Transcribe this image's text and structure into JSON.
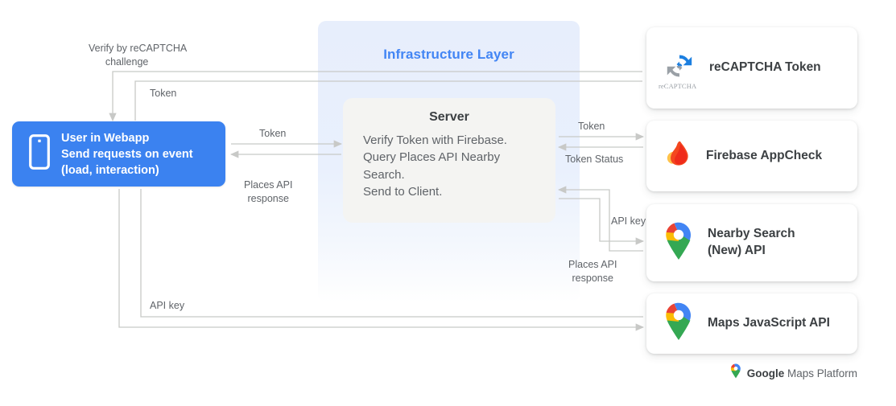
{
  "infrastructure": {
    "title": "Infrastructure Layer"
  },
  "server": {
    "title": "Server",
    "line1": "Verify Token with Firebase.",
    "line2": "Query Places API Nearby",
    "line3": "Search.",
    "line4": "Send to Client."
  },
  "webapp": {
    "icon": "phone-icon",
    "line1": "User in Webapp",
    "line2": "Send requests on event",
    "line3": "(load, interaction)"
  },
  "services": [
    {
      "id": "recaptcha",
      "icon": "recaptcha-icon",
      "label": "reCAPTCHA Token",
      "sublabel": "reCAPTCHA"
    },
    {
      "id": "firebase",
      "icon": "firebase-flame-icon",
      "label": "Firebase AppCheck",
      "sublabel": ""
    },
    {
      "id": "nearby",
      "icon": "google-maps-pin-icon",
      "label": "Nearby Search\n(New) API",
      "sublabel": ""
    },
    {
      "id": "mapsjs",
      "icon": "google-maps-pin-icon",
      "label": "Maps JavaScript API",
      "sublabel": ""
    }
  ],
  "edge_labels": {
    "verify_challenge": "Verify by reCAPTCHA\n      challenge",
    "token_left": "Token",
    "token_to_server": "Token",
    "places_api_response_left": "Places API\nresponse",
    "token_right": "Token",
    "token_status": "Token Status",
    "api_key_right": "API key",
    "places_api_response_right": "Places API\nresponse",
    "api_key_bottom": "API key"
  },
  "footer": {
    "icon": "google-maps-pin-icon",
    "brand": "Google",
    "suffix": " Maps Platform"
  },
  "colors": {
    "accent_blue": "#4285f4",
    "webapp_blue": "#3b82f0",
    "wire_gray": "#c8c9c7",
    "text_gray": "#5f6368",
    "heading_gray": "#3c4043",
    "infra_bg": "#e7eefc",
    "server_bg": "#f4f4f2"
  }
}
